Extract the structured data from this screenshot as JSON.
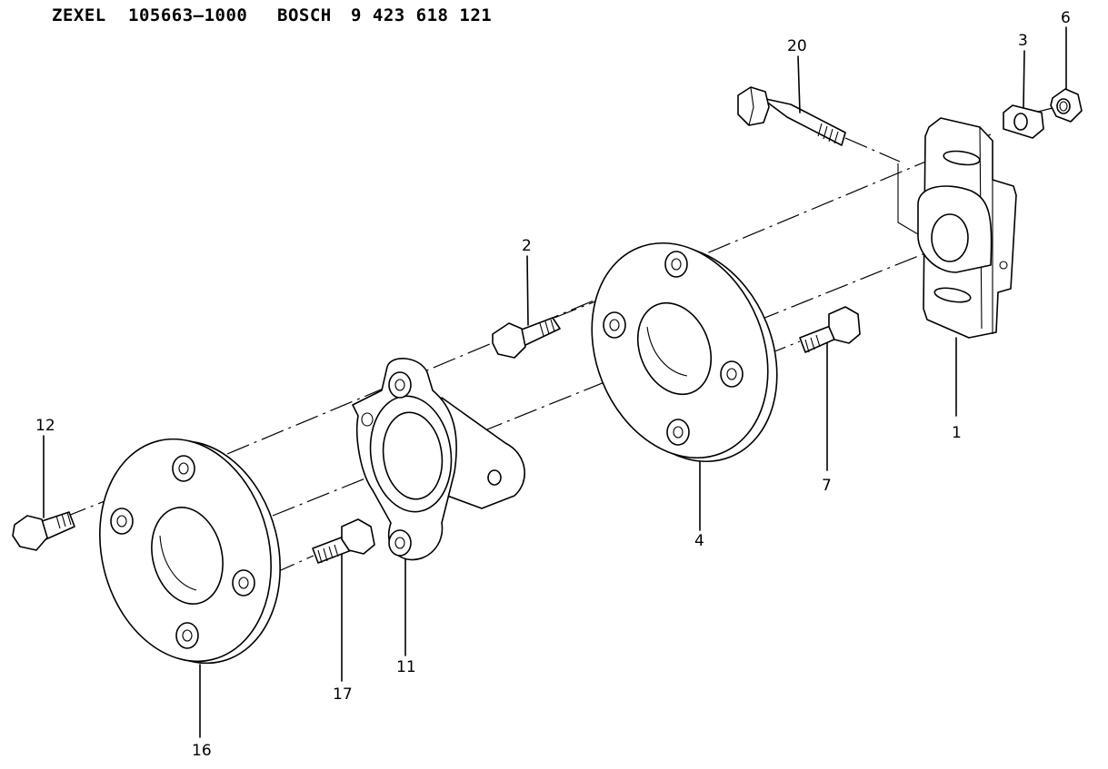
{
  "header": {
    "maker_a": "ZEXEL",
    "number_a": "105663—1000",
    "maker_b": "BOSCH",
    "number_b": "9 423 618 121"
  },
  "callouts": {
    "p1": "1",
    "p2": "2",
    "p3": "3",
    "p4": "4",
    "p6": "6",
    "p7": "7",
    "p11": "11",
    "p12": "12",
    "p16": "16",
    "p17": "17",
    "p20": "20"
  }
}
